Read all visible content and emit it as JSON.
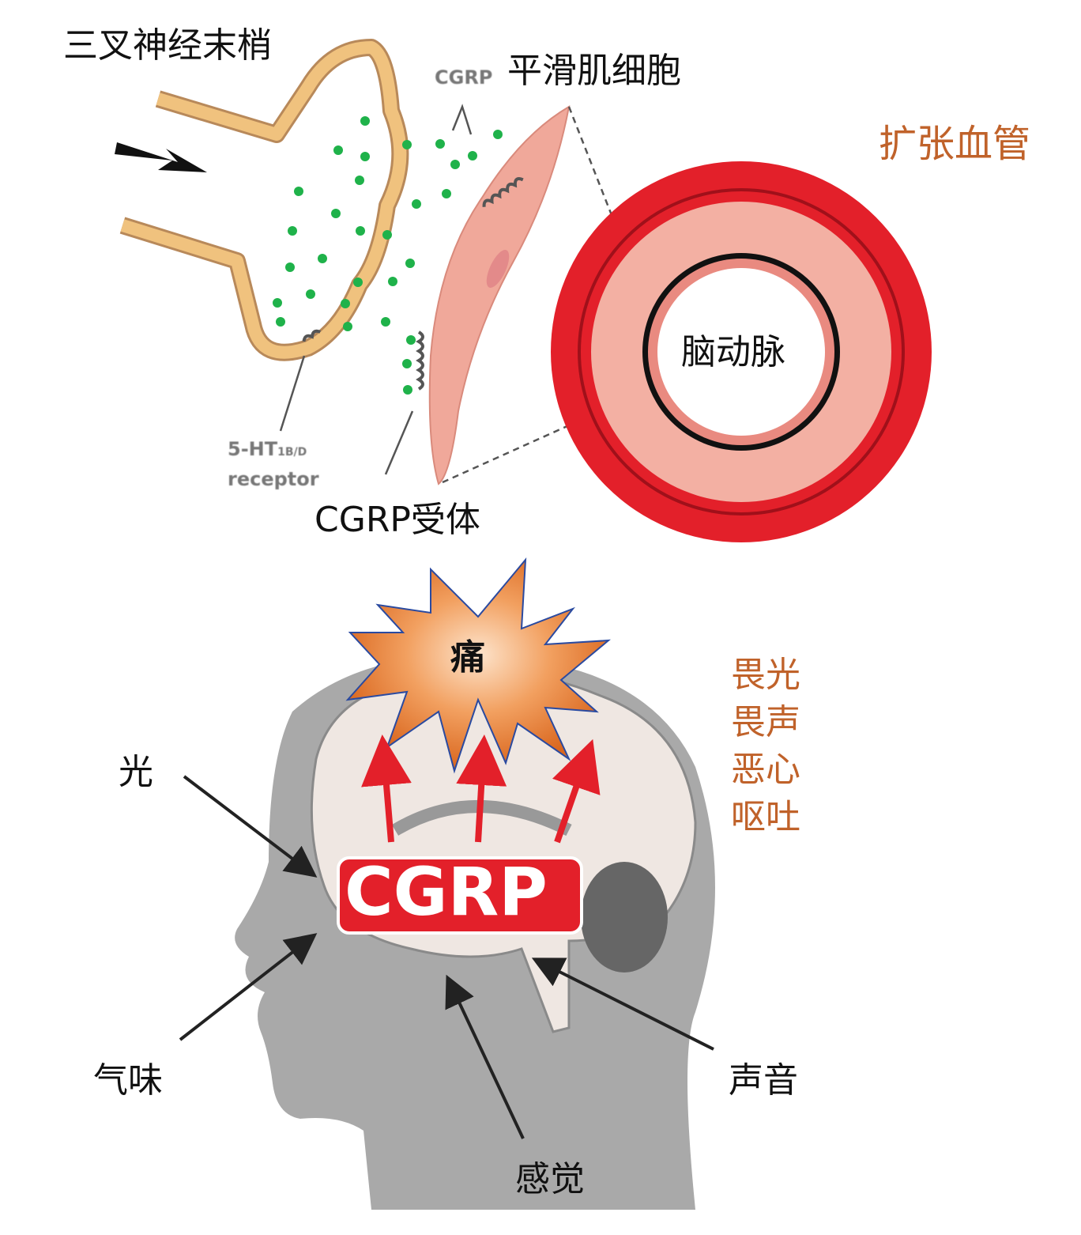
{
  "top": {
    "nerve_label": "三叉神经末梢",
    "smooth_muscle_label": "平滑肌细胞",
    "cgrp_small": "CGRP",
    "vasodilation_label": "扩张血管",
    "artery_label": "脑动脉",
    "receptor_5ht": "5-HT",
    "receptor_5ht_sub": "1B/D",
    "receptor_word": "receptor",
    "cgrp_receptor_label": "CGRP受体"
  },
  "bottom": {
    "pain_label": "痛",
    "cgrp_box": "CGRP",
    "symptoms": [
      "畏光",
      "畏声",
      "恶心",
      "呕吐"
    ],
    "inputs": {
      "light": "光",
      "smell": "气味",
      "sound": "声音",
      "sensation": "感觉"
    }
  },
  "colors": {
    "artery_red": "#e3202a",
    "nerve": "#f0c27e",
    "cell": "#f0a89a",
    "vesicle": "#1fb24a",
    "symptom": "#c0622a",
    "head": "#a9a9a9",
    "brain": "#efe7e2"
  }
}
